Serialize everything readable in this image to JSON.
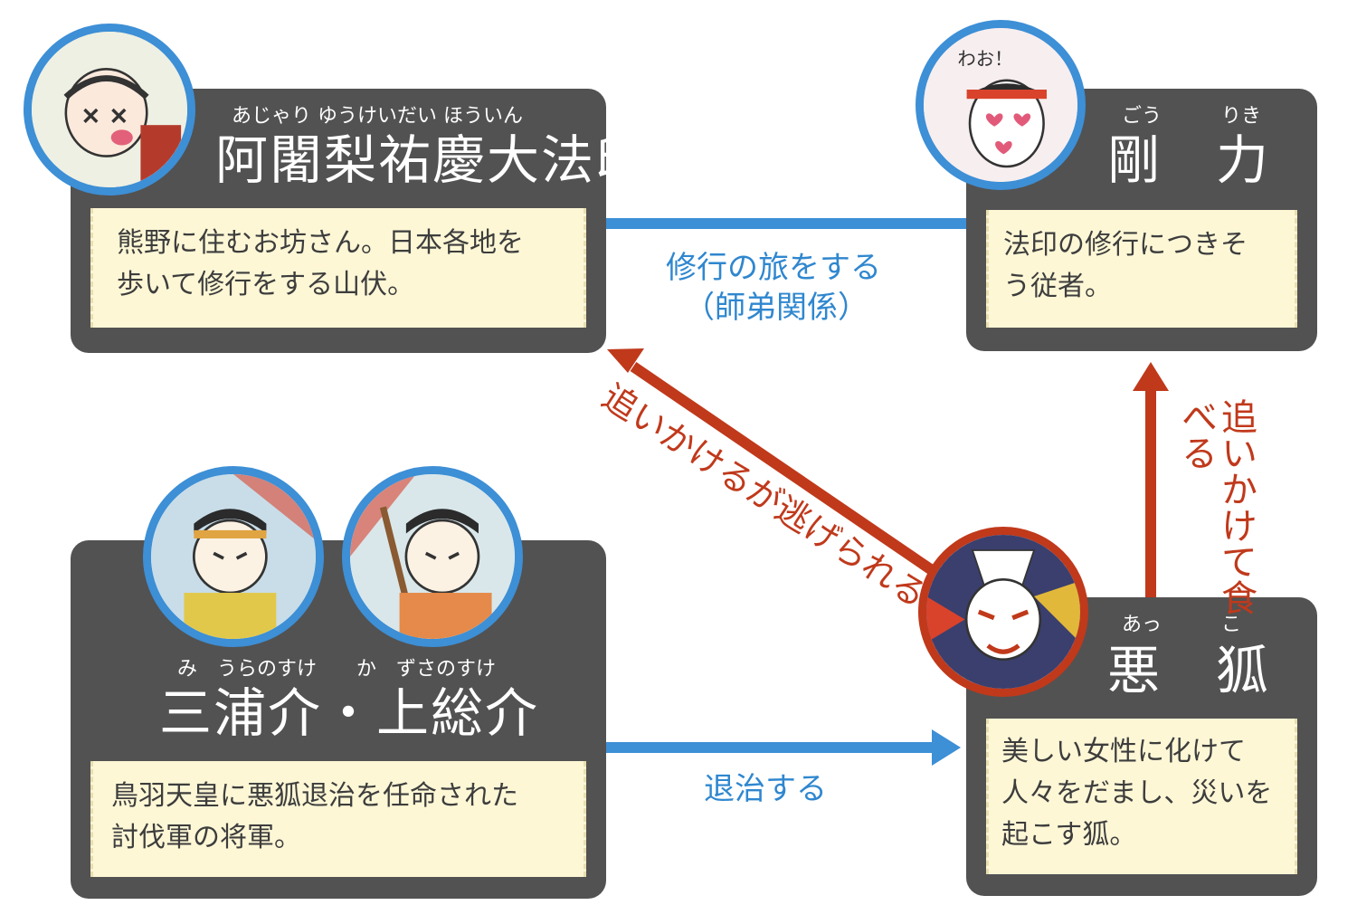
{
  "characters": {
    "ajari": {
      "name": "阿闍梨祐慶大法印",
      "reading": "あじゃり  ゆうけいだい ほういん",
      "description_line1": "熊野に住むお坊さん。日本各地を",
      "description_line2": "歩いて修行をする山伏。"
    },
    "goriki": {
      "name": "剛　力",
      "reading": "ごう　　　りき",
      "description_line1": "法印の修行につきそ",
      "description_line2": "う従者。"
    },
    "generals": {
      "name": "三浦介・上総介",
      "reading": "み　うらのすけ　　か　ずさのすけ",
      "description_line1": "鳥羽天皇に悪狐退治を任命された",
      "description_line2": "討伐軍の将軍。"
    },
    "akko": {
      "name": "悪　狐",
      "reading": "あっ　　　こ",
      "description_line1": "美しい女性に化けて",
      "description_line2": "人々をだまし、災いを",
      "description_line3": "起こす狐。"
    }
  },
  "relations": {
    "training": {
      "label": "修行の旅をする",
      "sublabel": "（師弟関係）"
    },
    "extermination": {
      "label": "退治する"
    },
    "chase_escape": {
      "label": "追いかけるが逃げられる"
    },
    "chase_eat": {
      "label": "追いかけて食べる"
    }
  },
  "colors": {
    "card": "#525252",
    "desc_bg": "#fdf7d6",
    "blue": "#3d8fd6",
    "red": "#c0391b"
  },
  "avatar_doodles": {
    "goriki": "わお！"
  }
}
